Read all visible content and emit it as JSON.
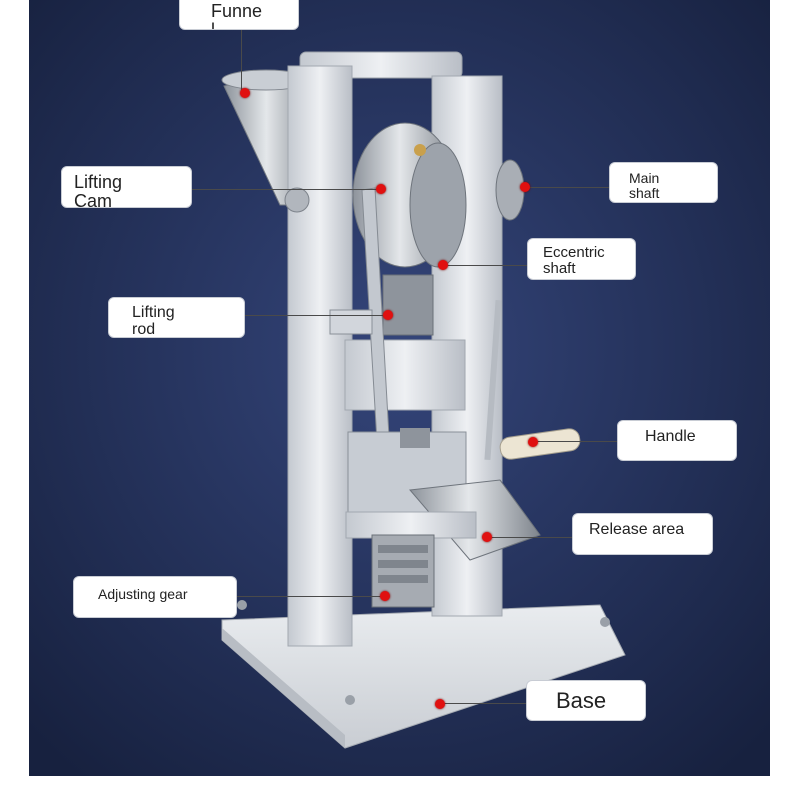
{
  "colors": {
    "background": "#1f2d52",
    "machine": "#dde1e6",
    "marker": "#e01010",
    "label_bg": "#ffffff"
  },
  "labels": {
    "funnel": {
      "line1": "Funne",
      "line2": "l"
    },
    "lifting_cam": {
      "line1": "Lifting",
      "line2": "Cam"
    },
    "main_shaft": {
      "line1": "Main",
      "line2": "shaft"
    },
    "eccentric_shaft": {
      "line1": "Eccentric",
      "line2": "shaft"
    },
    "lifting_rod": {
      "line1": "Lifting",
      "line2": "rod"
    },
    "handle": {
      "text": "Handle"
    },
    "release_area": {
      "text": "Release area"
    },
    "adjusting_gear": {
      "text": "Adjusting gear"
    },
    "base": {
      "text": "Base"
    }
  }
}
